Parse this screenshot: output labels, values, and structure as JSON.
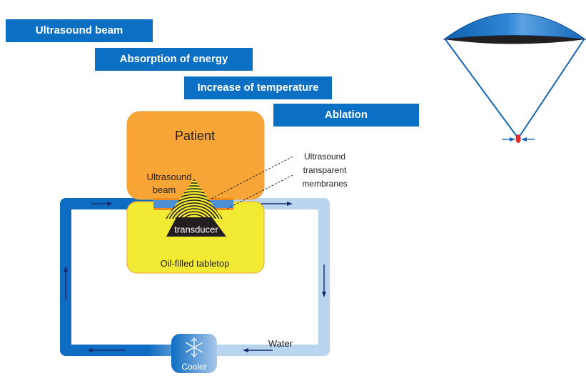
{
  "process_steps": [
    "Ultrasound beam",
    "Absorption of energy",
    "Increase of temperature",
    "Ablation"
  ],
  "labels": {
    "patient": "Patient",
    "ultrasound_beam_line1": "Ultrasound",
    "ultrasound_beam_line2": "beam",
    "transducer": "transducer",
    "membranes_line1": "Ultrasound",
    "membranes_line2": "transparent",
    "membranes_line3": "membranes",
    "tabletop": "Oil-filled tabletop",
    "water": "Water",
    "cooler": "Cooler"
  },
  "icons": {
    "cooler": "snowflake-icon",
    "flow": "flow-arrow-icon",
    "focus": "focus-arrow-icon"
  },
  "colors": {
    "step_fill": "#0b6fc3",
    "patient": "#f7a536",
    "tabletop": "#f2ea33",
    "warm_water": "#0e6dc2",
    "cool_water": "#b9d4ef",
    "transducer": "#231f20",
    "membrane": "#f08a1c",
    "focus_point": "#e3262a"
  }
}
